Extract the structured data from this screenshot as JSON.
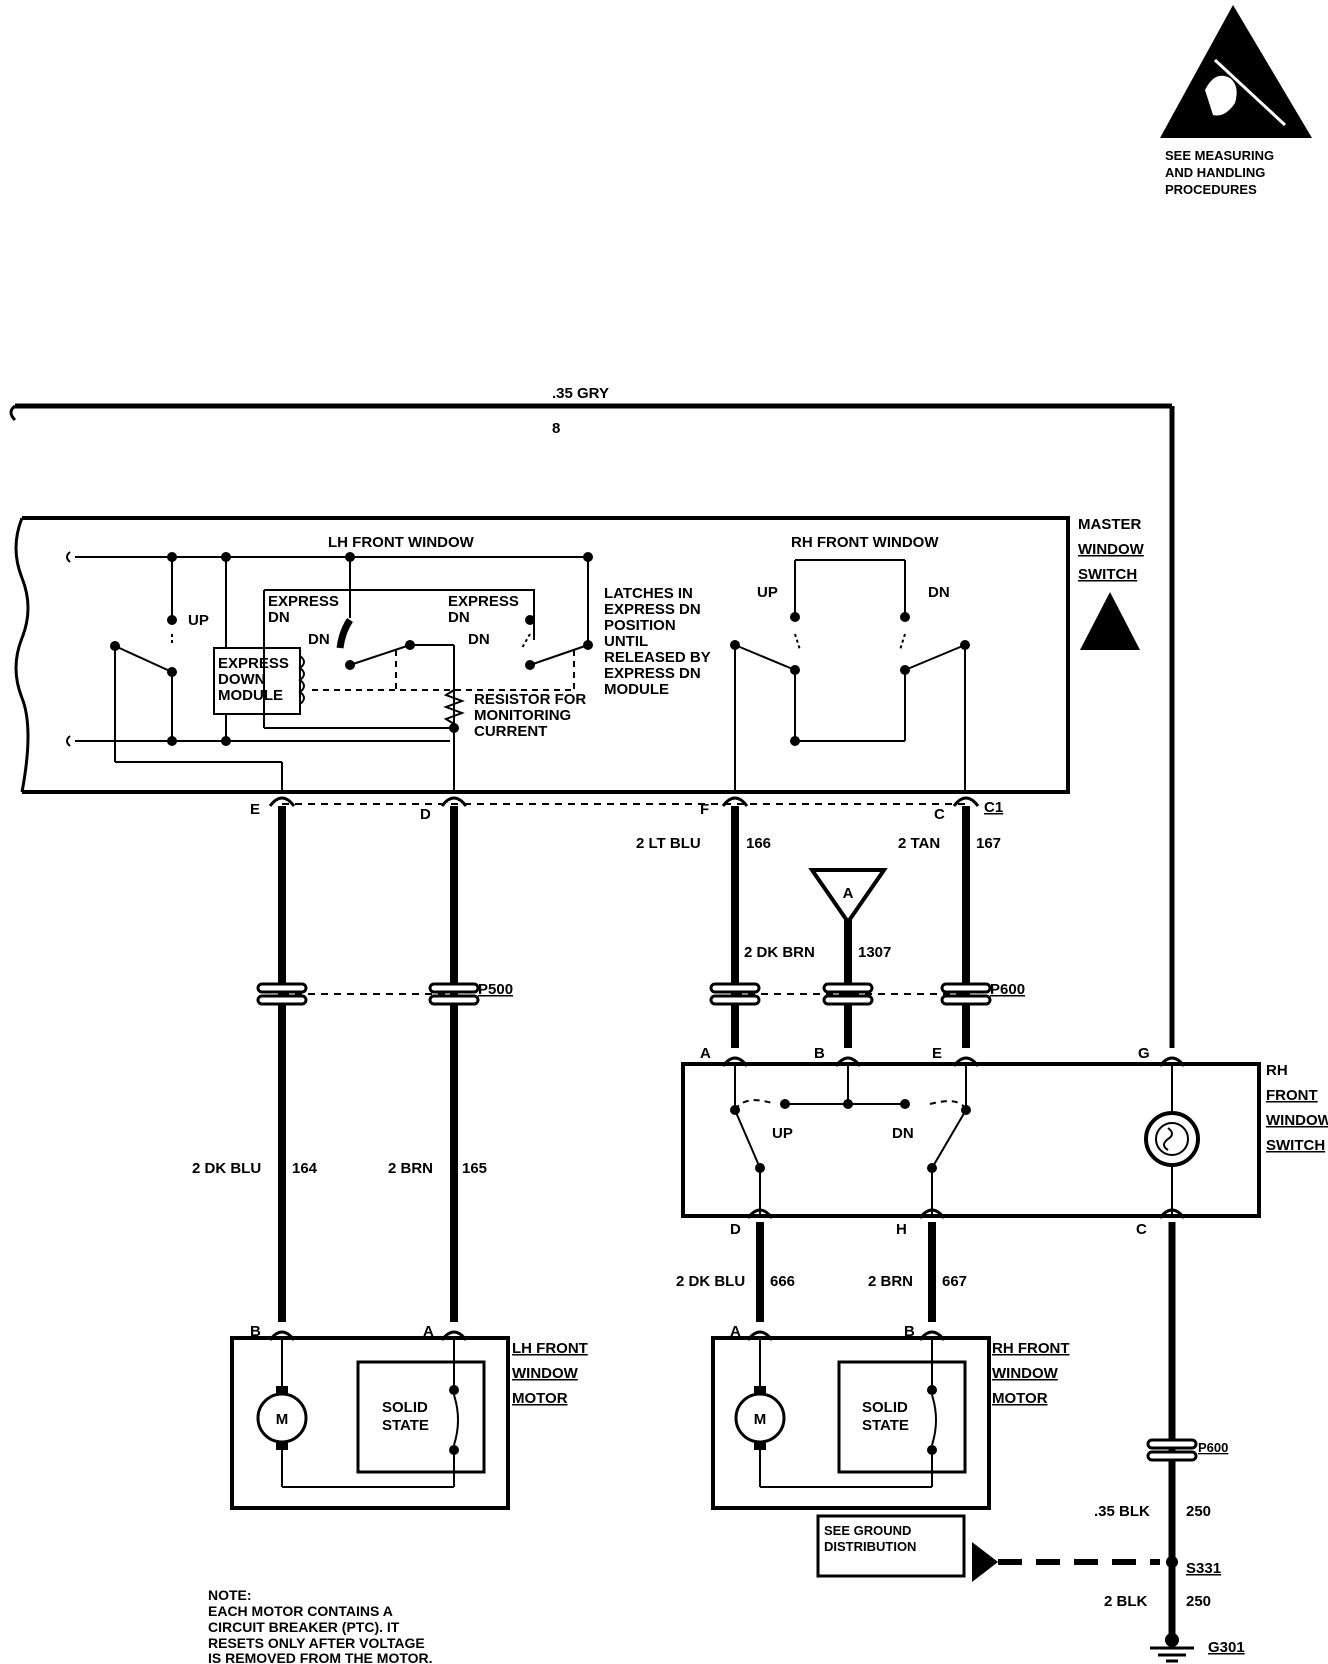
{
  "esd_notice": [
    "SEE MEASURING",
    "AND HANDLING",
    "PROCEDURES"
  ],
  "top_wire": {
    "color": ".35 GRY",
    "circuit": "8"
  },
  "master_switch": {
    "name": [
      "MASTER",
      "WINDOW",
      "SWITCH"
    ],
    "lh_title": "LH FRONT WINDOW",
    "rh_title": "RH FRONT WINDOW",
    "up": "UP",
    "dn": "DN",
    "express_dn_1": [
      "EXPRESS",
      "DN"
    ],
    "express_dn_2": [
      "EXPRESS",
      "DN"
    ],
    "module": [
      "EXPRESS",
      "DOWN",
      "MODULE"
    ],
    "resistor": [
      "RESISTOR FOR",
      "MONITORING",
      "CURRENT"
    ],
    "latch_note": [
      "LATCHES IN",
      "EXPRESS DN",
      "POSITION",
      "UNTIL",
      "RELEASED BY",
      "EXPRESS DN",
      "MODULE"
    ],
    "connector": "C1",
    "pins": {
      "e": "E",
      "d": "D",
      "f": "F",
      "c": "C"
    }
  },
  "wires": {
    "w166": {
      "color": "2 LT BLU",
      "circuit": "166"
    },
    "w167": {
      "color": "2 TAN",
      "circuit": "167"
    },
    "w1307": {
      "color": "2 DK BRN",
      "circuit": "1307"
    },
    "w164": {
      "color": "2 DK BLU",
      "circuit": "164"
    },
    "w165": {
      "color": "2 BRN",
      "circuit": "165"
    },
    "w666": {
      "color": "2 DK BLU",
      "circuit": "666"
    },
    "w667": {
      "color": "2 BRN",
      "circuit": "667"
    },
    "w250a": {
      "color": ".35 BLK",
      "circuit": "250"
    },
    "w250b": {
      "color": "2 BLK",
      "circuit": "250"
    }
  },
  "splice_ref": "A",
  "connectors": {
    "p500": "P500",
    "p600": "P600",
    "p600b": "P600"
  },
  "rh_switch": {
    "name": [
      "RH",
      "FRONT",
      "WINDOW",
      "SWITCH"
    ],
    "up": "UP",
    "dn": "DN",
    "pins": {
      "a": "A",
      "b": "B",
      "e": "E",
      "g": "G",
      "d": "D",
      "h": "H",
      "c": "C"
    }
  },
  "lh_motor": {
    "name": [
      "LH FRONT",
      "WINDOW",
      "MOTOR"
    ],
    "motor": "M",
    "solid": [
      "SOLID",
      "STATE"
    ],
    "pins": {
      "b": "B",
      "a": "A"
    }
  },
  "rh_motor": {
    "name": [
      "RH FRONT",
      "WINDOW",
      "MOTOR"
    ],
    "motor": "M",
    "solid": [
      "SOLID",
      "STATE"
    ],
    "pins": {
      "a": "A",
      "b": "B"
    }
  },
  "ground": {
    "see": [
      "SEE GROUND",
      "DISTRIBUTION"
    ],
    "splice": "S331",
    "ground_point": "G301"
  },
  "note": [
    "NOTE:",
    "EACH MOTOR CONTAINS A",
    "CIRCUIT BREAKER (PTC). IT",
    "RESETS ONLY AFTER VOLTAGE",
    "IS REMOVED FROM THE MOTOR."
  ]
}
